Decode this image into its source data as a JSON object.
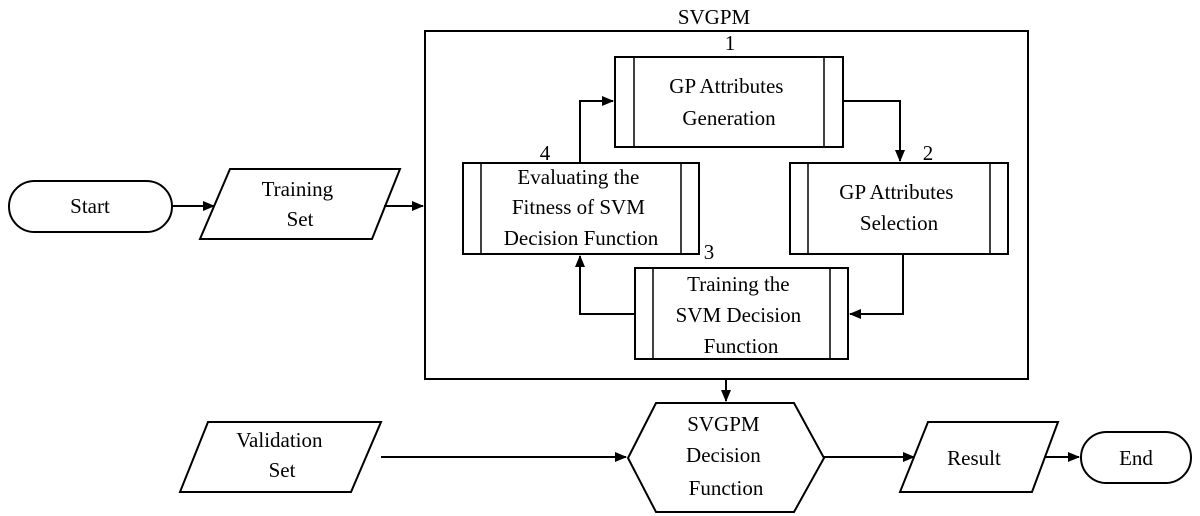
{
  "diagram": {
    "container_title": "SVGPM",
    "start": "Start",
    "training_set": [
      "Training",
      "Set"
    ],
    "validation_set": [
      "Validation",
      "Set"
    ],
    "step1": {
      "number": "1",
      "lines": [
        "GP Attributes",
        "Generation"
      ]
    },
    "step2": {
      "number": "2",
      "lines": [
        "GP Attributes",
        "Selection"
      ]
    },
    "step3": {
      "number": "3",
      "lines": [
        "Training the",
        "SVM Decision",
        "Function"
      ]
    },
    "step4": {
      "number": "4",
      "lines": [
        "Evaluating the",
        "Fitness of SVM",
        "Decision Function"
      ]
    },
    "decision": [
      "SVGPM",
      "Decision",
      "Function"
    ],
    "result": "Result",
    "end": "End"
  }
}
